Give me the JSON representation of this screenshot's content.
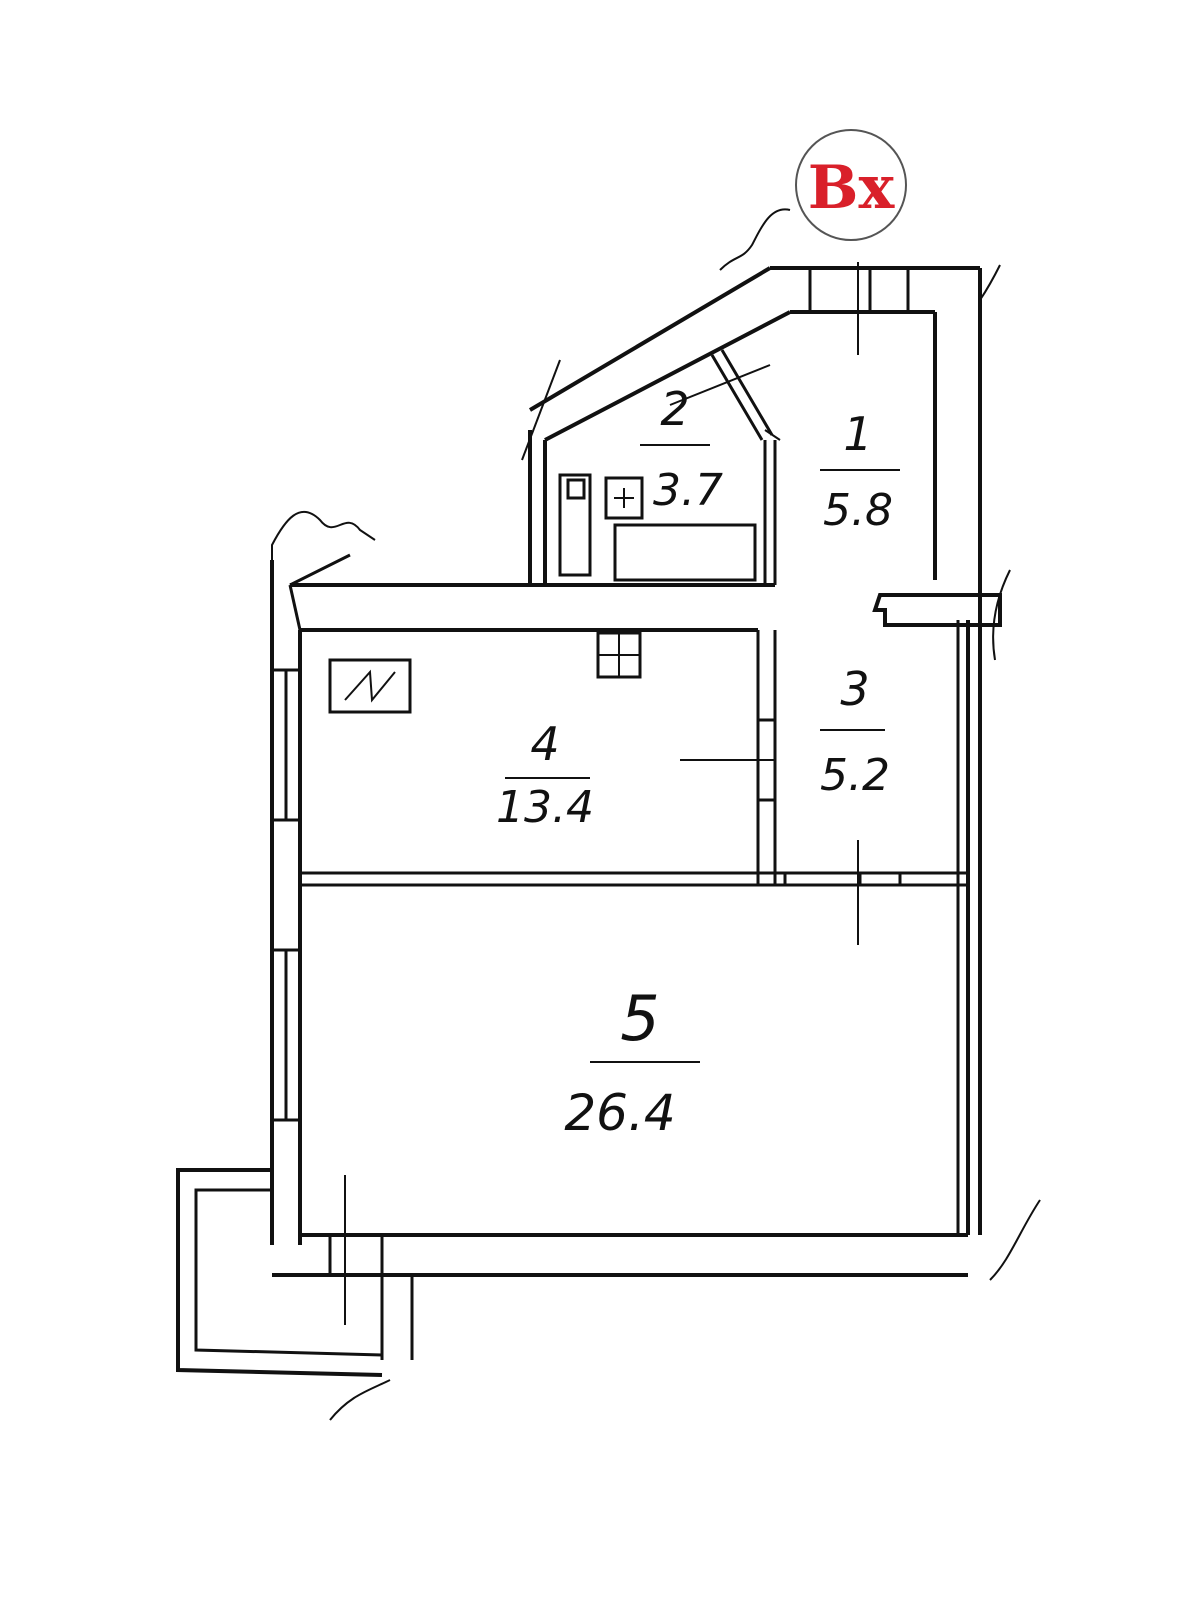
{
  "entrance": {
    "label": "Вх",
    "color": "#d9202a"
  },
  "rooms": [
    {
      "id": "1",
      "number": "1",
      "area": "5.8"
    },
    {
      "id": "2",
      "number": "2",
      "area": "3.7"
    },
    {
      "id": "3",
      "number": "3",
      "area": "5.2"
    },
    {
      "id": "4",
      "number": "4",
      "area": "13.4"
    },
    {
      "id": "5",
      "number": "5",
      "area": "26.4"
    }
  ],
  "colors": {
    "lines": "#111111",
    "background": "#ffffff"
  }
}
